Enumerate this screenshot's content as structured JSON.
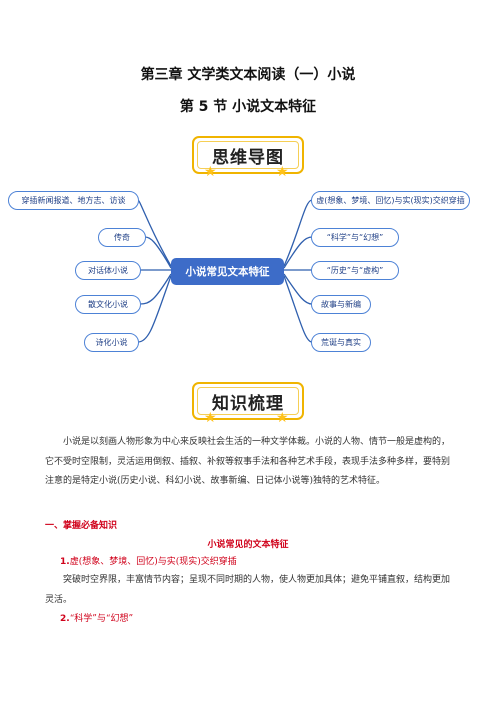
{
  "chapter_title": "第三章  文学类文本阅读（一）小说",
  "section_title": "第 5 节  小说文本特征",
  "mindmap": {
    "banner": "思维导图",
    "center": "小说常见文本特征",
    "left_nodes": [
      "穿插新闻报道、地方志、访谈",
      "传奇",
      "对话体小说",
      "散文化小说",
      "诗化小说"
    ],
    "right_nodes": [
      "虚(想象、梦境、回忆)与实(现实)交织穿插",
      "“科学”与“幻想”",
      "“历史”与“虚构”",
      "故事与新编",
      "荒诞与真实"
    ],
    "colors": {
      "line": "#2f5fae",
      "node_border": "#4d82d6",
      "center_fill": "#3d6cc8"
    }
  },
  "knowledge": {
    "banner": "知识梳理",
    "intro": "小说是以刻画人物形象为中心来反映社会生活的一种文学体裁。小说的人物、情节一般是虚构的，它不受时空限制，灵活运用倒叙、插叙、补叙等叙事手法和各种艺术手段，表现手法多种多样，要特别注意的是特定小说(历史小说、科幻小说、故事新编、日记体小说等)独特的艺术特征。",
    "heading": "一、掌握必备知识",
    "subheading": "小说常见的文本特征",
    "item1_num": "1.",
    "item1_text": "虚(想象、梦境、回忆)与实(现实)交织穿插",
    "item1_desc": "突破时空界限，丰富情节内容；呈现不同时期的人物，使人物更加具体；避免平铺直叙，结构更加灵活。",
    "item2_num": "2.",
    "item2_text": "“科学”与“幻想”"
  }
}
